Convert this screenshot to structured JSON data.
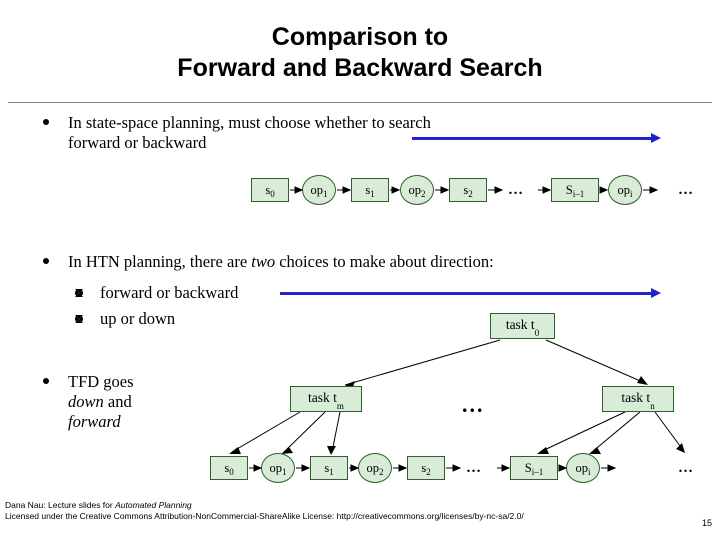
{
  "slide": {
    "title_line1": "Comparison to",
    "title_line2": "Forward and Backward Search",
    "page_number": "15"
  },
  "bullets": {
    "b1_line1": "In state-space planning, must choose whether to search",
    "b1_line2": "forward or backward",
    "b2_text": "In HTN planning, there are ",
    "b2_italic": "two",
    "b2_text2": " choices to make about direction:",
    "b2_sub1": "forward or backward",
    "b2_sub2": "up or down",
    "b3_line1": "TFD goes",
    "b3_line2_italic": "down",
    "b3_line2_rest": " and",
    "b3_line3_italic": "forward"
  },
  "chain_top": {
    "nodes": [
      {
        "label": "s",
        "sub": "0",
        "shape": "rect"
      },
      {
        "label": "op",
        "sub": "1",
        "shape": "circle"
      },
      {
        "label": "s",
        "sub": "1",
        "shape": "rect"
      },
      {
        "label": "op",
        "sub": "2",
        "shape": "circle"
      },
      {
        "label": "s",
        "sub": "2",
        "shape": "rect"
      },
      {
        "label": "…",
        "sub": "",
        "shape": "dots"
      },
      {
        "label": "S",
        "sub": "i–1",
        "shape": "rect"
      },
      {
        "label": "op",
        "sub": "i",
        "shape": "circle"
      },
      {
        "label": "…",
        "sub": "",
        "shape": "dots"
      }
    ]
  },
  "chain_bottom": {
    "nodes": [
      {
        "label": "s",
        "sub": "0",
        "shape": "rect"
      },
      {
        "label": "op",
        "sub": "1",
        "shape": "circle"
      },
      {
        "label": "s",
        "sub": "1",
        "shape": "rect"
      },
      {
        "label": "op",
        "sub": "2",
        "shape": "circle"
      },
      {
        "label": "s",
        "sub": "2",
        "shape": "rect"
      },
      {
        "label": "…",
        "sub": "",
        "shape": "dots"
      },
      {
        "label": "S",
        "sub": "i–1",
        "shape": "rect"
      },
      {
        "label": "op",
        "sub": "i",
        "shape": "circle"
      },
      {
        "label": "…",
        "sub": "",
        "shape": "dots"
      }
    ]
  },
  "tasks": {
    "t0": "task t",
    "t0_sub": "0",
    "tm": "task t",
    "tm_sub": "m",
    "tn": "task t",
    "tn_sub": "n",
    "middle_dots": "..."
  },
  "footer": {
    "line1_pre": "Dana Nau: Lecture slides for ",
    "line1_italic": "Automated Planning",
    "line2": "Licensed under the Creative Commons Attribution-NonCommercial-ShareAlike License:  http://creativecommons.org/licenses/by-nc-sa/2.0/"
  },
  "colors": {
    "arrow": "#2222cc",
    "node_fill": "#d8ecd8",
    "node_border": "#2f5f2f"
  }
}
